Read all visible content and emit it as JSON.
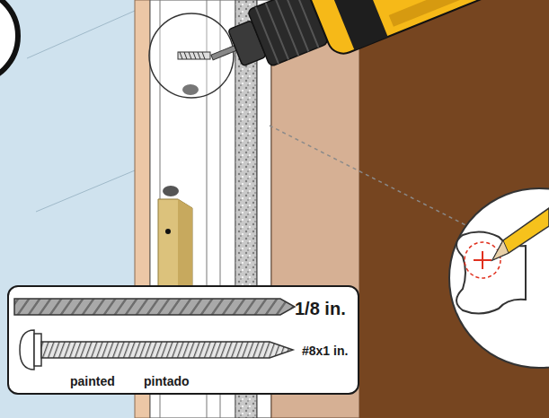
{
  "diagram": {
    "nodes": [
      {
        "text": [
          "1/8 in.",
          "#8x1 in.",
          "painted",
          "pintado"
        ]
      }
    ]
  }
}
